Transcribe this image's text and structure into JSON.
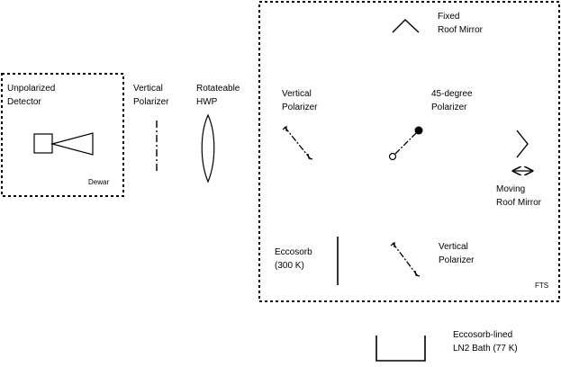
{
  "labels": {
    "unpolarized_detector": [
      "Unpolarized",
      "Detector"
    ],
    "dewar": "Dewar",
    "vertical_polarizer_left": [
      "Vertical",
      "Polarizer"
    ],
    "rotateable_hwp": [
      "Rotateable",
      "HWP"
    ],
    "fixed_roof_mirror": [
      "Fixed",
      "Roof Mirror"
    ],
    "vertical_polarizer_fts_top": [
      "Vertical",
      "Polarizer"
    ],
    "polarizer_45": [
      "45-degree",
      "Polarizer"
    ],
    "moving_roof_mirror": [
      "Moving",
      "Roof Mirror"
    ],
    "eccosorb": [
      "Eccosorb",
      "(300 K)"
    ],
    "vertical_polarizer_fts_bottom": [
      "Vertical",
      "Polarizer"
    ],
    "fts": "FTS",
    "ln2_bath": [
      "Eccosorb-lined",
      "LN2 Bath (77 K)"
    ]
  },
  "colors": {
    "line": "#000000",
    "background": "#ffffff"
  }
}
